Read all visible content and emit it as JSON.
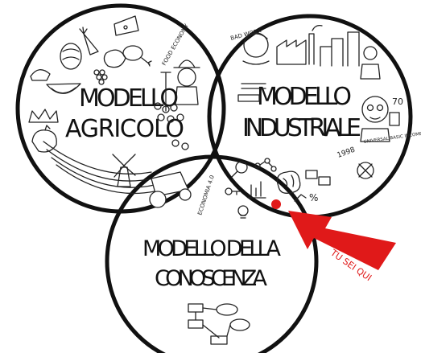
{
  "circles": {
    "agricolo": {
      "label_line1": "MODELLO",
      "label_line2": "AGRICOLO",
      "small_note": "FOOD ECONOMY"
    },
    "industriale": {
      "label_line1": "MODELLO",
      "label_line2": "INDUSTRIALE",
      "small_note_year": "70",
      "small_note_caption": "UNIVERSAL BASIC INCOME",
      "small_note_top": "BAD WORK"
    },
    "conoscenza": {
      "label_line1": "MODELLO DELLA",
      "label_line2": "CONOSCENZA"
    }
  },
  "annotations": {
    "economia": "ECONOMIA 4.0",
    "year": "1998",
    "percent": "%",
    "you_are_here": "TU SEI QUI"
  },
  "colors": {
    "stroke": "#111111",
    "marker": "#e01919",
    "background": "#ffffff"
  }
}
